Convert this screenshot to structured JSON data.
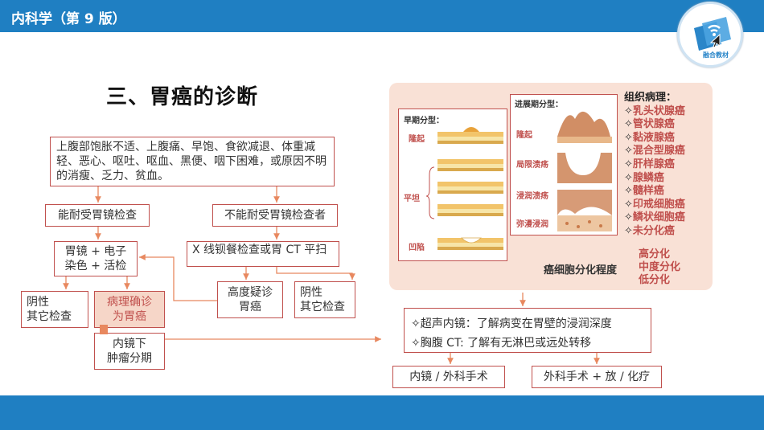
{
  "header": {
    "title": "内科学（第 9 版）"
  },
  "logo": {
    "label": "融合教材"
  },
  "slide_title": "三、胃癌的诊断",
  "flow": {
    "symptoms": "上腹部饱胀不适、上腹痛、早饱、食欲减退、体重减轻、恶心、呕吐、呕血、黑便、咽下困难，或原因不明的消瘦、乏力、贫血。",
    "tolerate": "能耐受胃镜检查",
    "not_tolerate": "不能耐受胃镜检查者",
    "gastroscopy": "胃镜 + 电子染色 + 活检",
    "xray": "X 线钡餐检查或胃 CT 平扫",
    "negative_left": "阴性\n其它检查",
    "pathology": "病理确诊\n为胃癌",
    "highly_suspect": "高度疑诊\n胃癌",
    "negative_right": "阴性\n其它检查",
    "endo_staging": "内镜下\n肿瘤分期"
  },
  "early": {
    "title": "早期分型：",
    "elevated": "隆起",
    "flat": "平坦",
    "depressed": "凹陷"
  },
  "advanced": {
    "title": "进展期分型：",
    "items": [
      "隆起",
      "局限溃疡",
      "浸润溃疡",
      "弥漫浸润"
    ]
  },
  "pathology": {
    "title": "组织病理：",
    "items": [
      "乳头状腺癌",
      "管状腺癌",
      "黏液腺癌",
      "混合型腺癌",
      "肝样腺癌",
      "腺鳞癌",
      "髓样癌",
      "印戒细胞癌",
      "鳞状细胞癌",
      "未分化癌"
    ]
  },
  "differentiation": {
    "label": "癌细胞分化程度",
    "items": [
      "高分化",
      "中度分化",
      "低分化"
    ]
  },
  "staging": {
    "eus": "超声内镜：了解病变在胃壁的浸润深度",
    "ct": "胸腹 CT:  了解有无淋巴或远处转移"
  },
  "treatment": {
    "endo_surgery": "内镜  /  外科手术",
    "surgery_chemo": "外科手术 + 放 / 化疗"
  },
  "colors": {
    "primary": "#1f7fc2",
    "accent": "#c0504d",
    "panel": "#f9e1d6",
    "highlight": "#f6d6c8",
    "arrow": "#e8885f"
  }
}
